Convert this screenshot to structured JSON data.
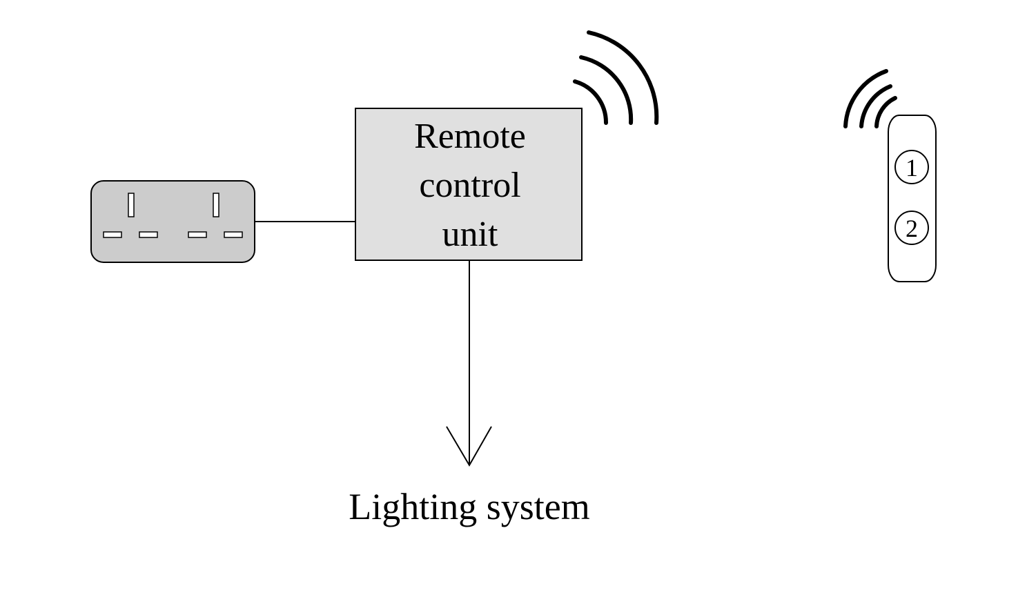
{
  "control_unit": {
    "label_lines": [
      "Remote",
      "control",
      "unit"
    ]
  },
  "output": {
    "label": "Lighting system"
  },
  "remote": {
    "buttons": [
      {
        "label": "1"
      },
      {
        "label": "2"
      }
    ]
  },
  "colors": {
    "socket_fill": "#cccccc",
    "unit_fill": "#e0e0e0",
    "remote_fill": "#ffffff",
    "stroke": "#000000"
  },
  "icons": {
    "socket": "uk-power-socket-icon",
    "unit_signal": "wireless-signal-icon",
    "remote_signal": "wireless-signal-icon",
    "arrow": "arrow-down-icon"
  }
}
